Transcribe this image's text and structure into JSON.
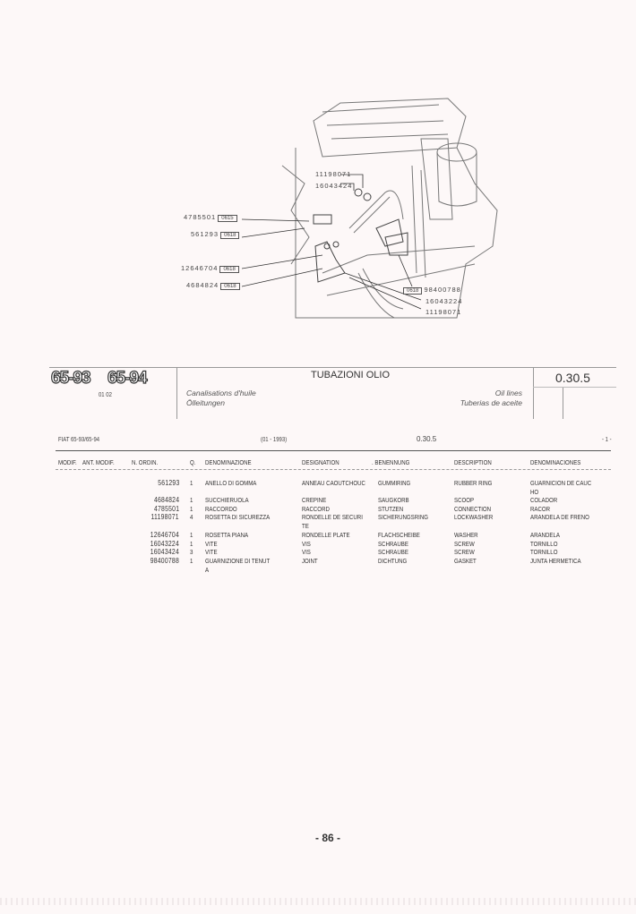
{
  "diagram": {
    "callouts_left": [
      {
        "part": "4785501",
        "ref": "0615"
      },
      {
        "part": "561293",
        "ref": "0618"
      },
      {
        "part": "12646704",
        "ref": "0618"
      },
      {
        "part": "4684824",
        "ref": "0618"
      }
    ],
    "callouts_top": [
      "11198071",
      "16043424"
    ],
    "callouts_right": [
      {
        "part": "98400788",
        "ref": "0618"
      },
      {
        "part": "16043224"
      },
      {
        "part": "11198071"
      }
    ]
  },
  "header": {
    "models": [
      "65-93",
      "65-94"
    ],
    "models_code": "01 02",
    "title": "TUBAZIONI OLIO",
    "title_fr": "Canalisations d'huile",
    "title_de": "Ölleitungen",
    "title_en": "Oil lines",
    "title_es": "Tuberias de aceite",
    "group_code": "0.30.5"
  },
  "info": {
    "model": "FIAT 65-93/65-94",
    "date": "(01 - 1993)",
    "group": "0.30.5",
    "page": "- 1 -"
  },
  "columns": [
    "MODIF.",
    "ANT. MODIF.",
    "N. ORDIN.",
    "Q.",
    "DENOMINAZIONE",
    "DESIGNATION",
    ". BENENNUNG",
    "DESCRIPTION",
    "DENOMINACIONES"
  ],
  "rows": [
    {
      "pn": "561293",
      "q": "1",
      "it": "ANELLO DI GOMMA",
      "fr": "ANNEAU CAOUTCHOUC",
      "de": "GUMMIRING",
      "en": "RUBBER RING",
      "es": "GUARNICION DE CAUC\nHO"
    },
    {
      "pn": "4684824",
      "q": "1",
      "it": "SUCCHIERUOLA",
      "fr": "CREPINE",
      "de": "SAUGKORB",
      "en": "SCOOP",
      "es": "COLADOR"
    },
    {
      "pn": "4785501",
      "q": "1",
      "it": "RACCORDO",
      "fr": "RACCORD",
      "de": "STUTZEN",
      "en": "CONNECTION",
      "es": "RACOR"
    },
    {
      "pn": "11198071",
      "q": "4",
      "it": "ROSETTA DI SICUREZZA",
      "fr": "RONDELLE DE SECURI\nTE",
      "de": "SICHERUNGSRING",
      "en": "LOCKWASHER",
      "es": "ARANDELA DE FRENO"
    },
    {
      "pn": "12646704",
      "q": "1",
      "it": "ROSETTA PIANA",
      "fr": "RONDELLE PLATE",
      "de": "FLACHSCHEIBE",
      "en": "WASHER",
      "es": "ARANDELA"
    },
    {
      "pn": "16043224",
      "q": "1",
      "it": "VITE",
      "fr": "VIS",
      "de": "SCHRAUBE",
      "en": "SCREW",
      "es": "TORNILLO"
    },
    {
      "pn": "16043424",
      "q": "3",
      "it": "VITE",
      "fr": "VIS",
      "de": "SCHRAUBE",
      "en": "SCREW",
      "es": "TORNILLO"
    },
    {
      "pn": "98400788",
      "q": "1",
      "it": "GUARNIZIONE DI TENUT\nA",
      "fr": "JOINT",
      "de": "DICHTUNG",
      "en": "GASKET",
      "es": "JUNTA HERMETICA"
    }
  ],
  "footer": {
    "page_number": "- 86 -"
  }
}
